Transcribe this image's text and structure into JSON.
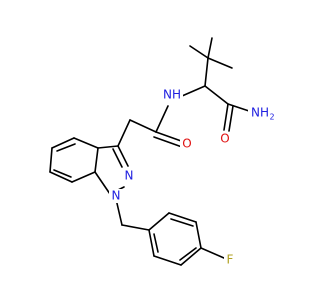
{
  "molecule": {
    "atoms": {
      "nh_amide": {
        "text": "NH",
        "color": "#2020e0"
      },
      "nh2": {
        "text": "NH",
        "sub": "2",
        "color": "#2020e0"
      },
      "o_carbonyl_1": {
        "text": "O",
        "color": "#e01010"
      },
      "o_carbonyl_2": {
        "text": "O",
        "color": "#e01010"
      },
      "n_ring_1": {
        "text": "N",
        "color": "#2020e0"
      },
      "n_ring_2": {
        "text": "N",
        "color": "#2020e0"
      },
      "fluorine": {
        "text": "F",
        "color": "#b0a020"
      }
    }
  }
}
